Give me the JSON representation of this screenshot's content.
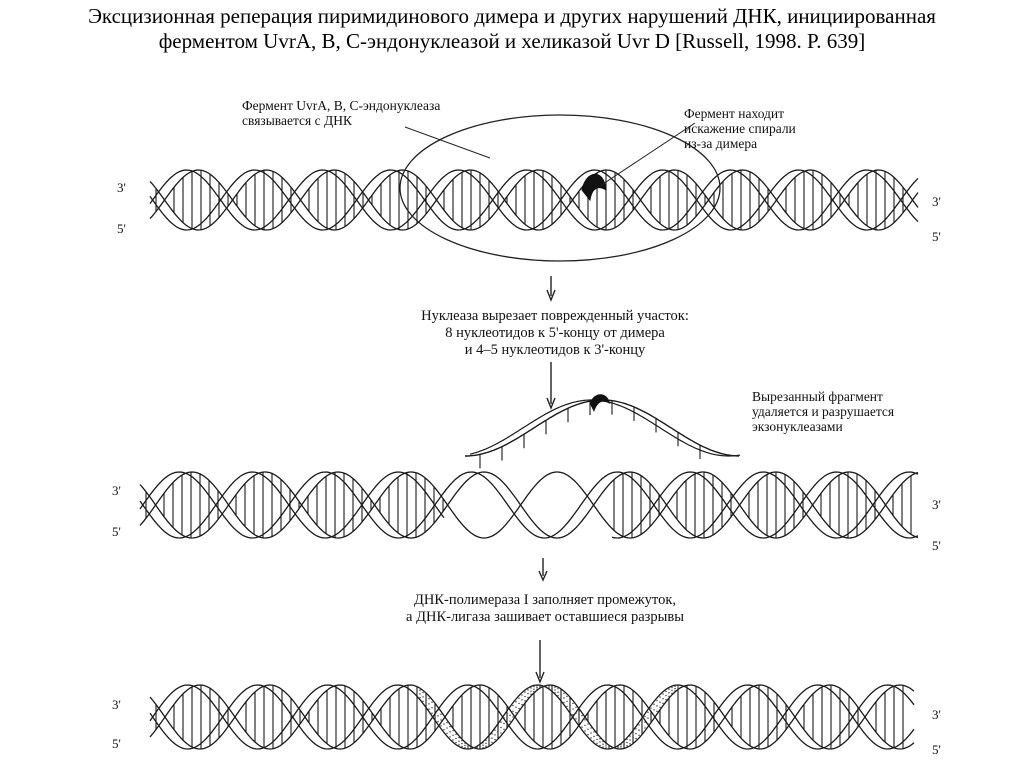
{
  "title": {
    "line1": "Эксцизионная реперация пиримидинового димера и других нарушений ДНК, инициированная",
    "line2": "ферментом UvrA, B, C-эндонуклеазой и хеликазой Uvr D [Russell, 1998. P. 639]"
  },
  "labels": {
    "enzyme_binds": [
      "Фермент UvrA, B, C-эндонуклеаза",
      "связывается с ДНК"
    ],
    "enzyme_finds": [
      "Фермент находит",
      "искажение спирали",
      "из-за димера"
    ],
    "step1": [
      "Нуклеаза вырезает поврежденный участок:",
      "8 нуклеотидов к 5'-концу от димера",
      "и 4–5 нуклеотидов к 3'-концу"
    ],
    "fragment": [
      "Вырезанный фрагмент",
      "удаляется и разрушается",
      "экзонуклеазами"
    ],
    "step2": [
      "ДНК-полимераза I заполняет промежуток,",
      "а ДНК-лигаза зашивает оставшиеся разрывы"
    ]
  },
  "ends": {
    "three_prime": "3'",
    "five_prime": "5'"
  }
}
